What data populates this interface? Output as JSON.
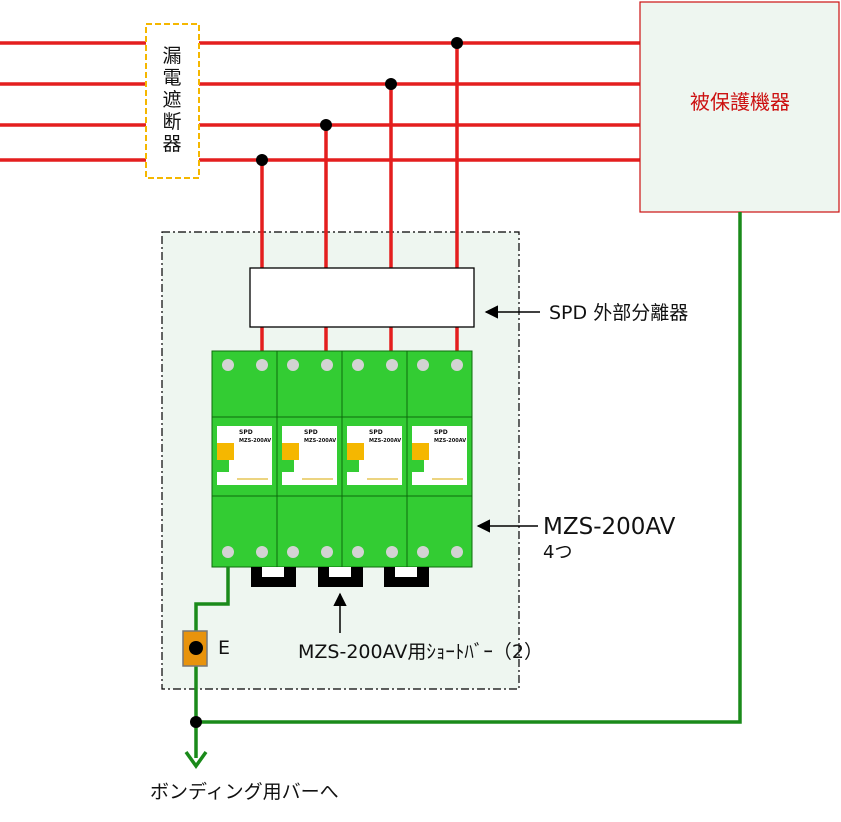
{
  "breaker": {
    "chars": [
      "漏",
      "電",
      "遮",
      "断",
      "器"
    ]
  },
  "equipment": {
    "label": "被保護機器"
  },
  "labels": {
    "spd_disconnector": "SPD 外部分離器",
    "mzs_line1": "MZS-200AV",
    "mzs_line2": "4つ",
    "short_bar": "MZS-200AV用ｼｮｰﾄﾊﾞｰ（2）",
    "earth": "E",
    "bonding": "ボンディング用バーへ"
  },
  "modules": [
    {
      "tag_line1": "SPD",
      "tag_line2": "MZS-200AV"
    },
    {
      "tag_line1": "SPD",
      "tag_line2": "MZS-200AV"
    },
    {
      "tag_line1": "SPD",
      "tag_line2": "MZS-200AV"
    },
    {
      "tag_line1": "SPD",
      "tag_line2": "MZS-200AV"
    }
  ],
  "colors": {
    "power_line": "#e41e1e",
    "earth_line": "#1a8a1a",
    "module_green": "#33cc33",
    "breaker_border": "#f5b700",
    "panel_fill": "#eef6f0",
    "equipment_text": "#cc1111"
  }
}
